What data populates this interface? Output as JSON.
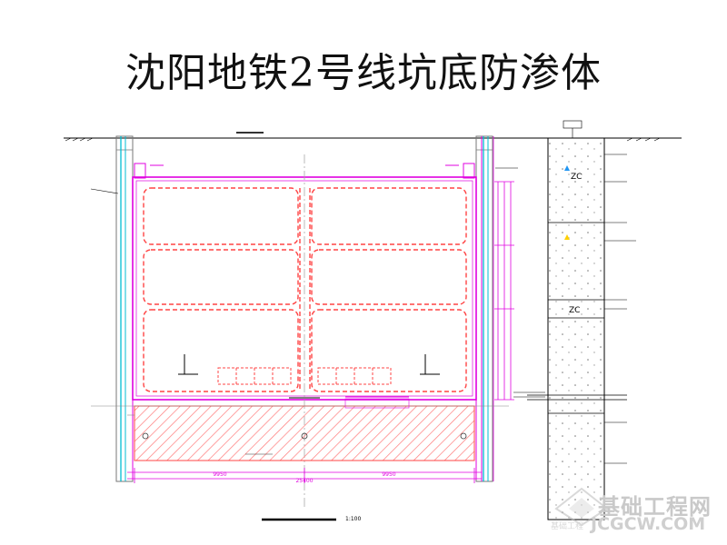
{
  "slide": {
    "title": "沈阳地铁2号线坑底防渗体"
  },
  "drawing": {
    "zc_labels": [
      "ZC",
      "ZC"
    ],
    "dim_left": "9950",
    "dim_total": "25400",
    "dim_right": "9950",
    "scale": "1:100"
  },
  "watermark": {
    "cn": "基础工程网",
    "en": "JCGCW.COM",
    "small": "基础工程"
  },
  "colors": {
    "magenta": "#e000e0",
    "red_dashed": "#ff4444",
    "cyan": "#00bcd4",
    "hatch": "#ff7a7a"
  }
}
